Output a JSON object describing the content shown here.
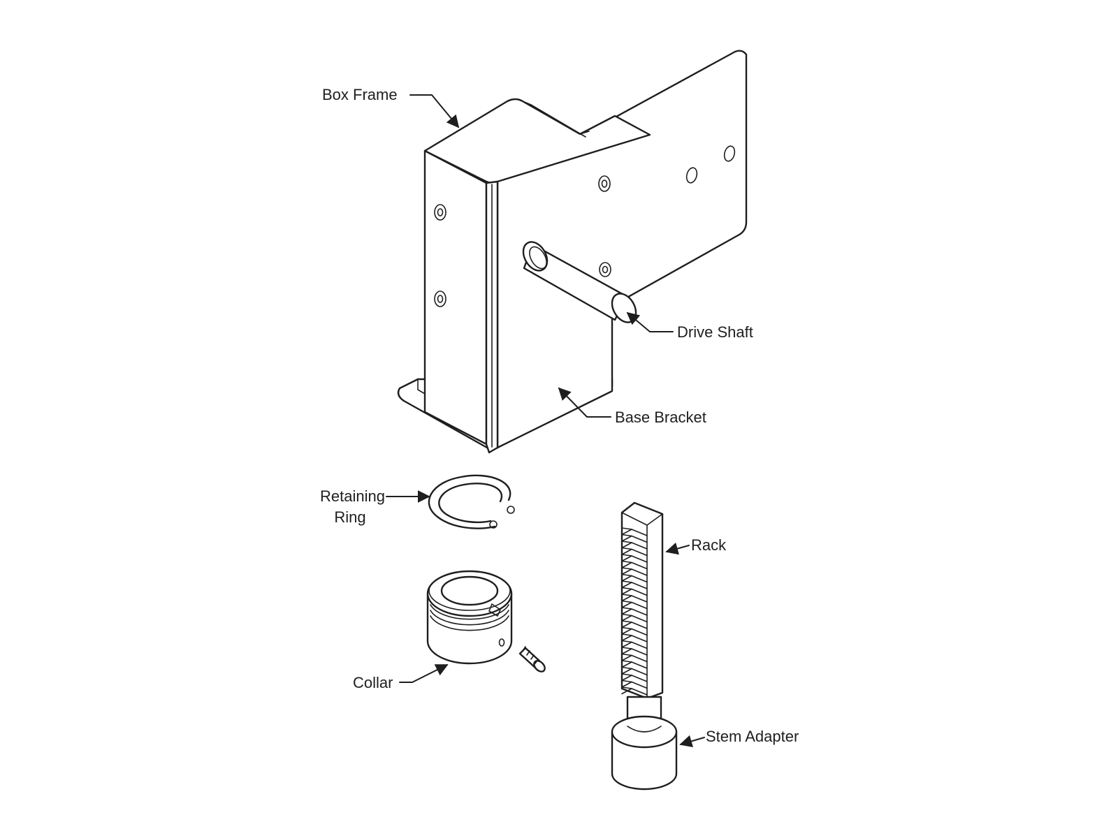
{
  "diagram": {
    "labels": {
      "box_frame": "Box Frame",
      "drive_shaft": "Drive Shaft",
      "base_bracket": "Base Bracket",
      "retaining_ring_line1": "Retaining",
      "retaining_ring_line2": "Ring",
      "rack": "Rack",
      "collar": "Collar",
      "stem_adapter": "Stem Adapter"
    },
    "line_color": "#1e1e1e",
    "background_color": "#ffffff"
  }
}
